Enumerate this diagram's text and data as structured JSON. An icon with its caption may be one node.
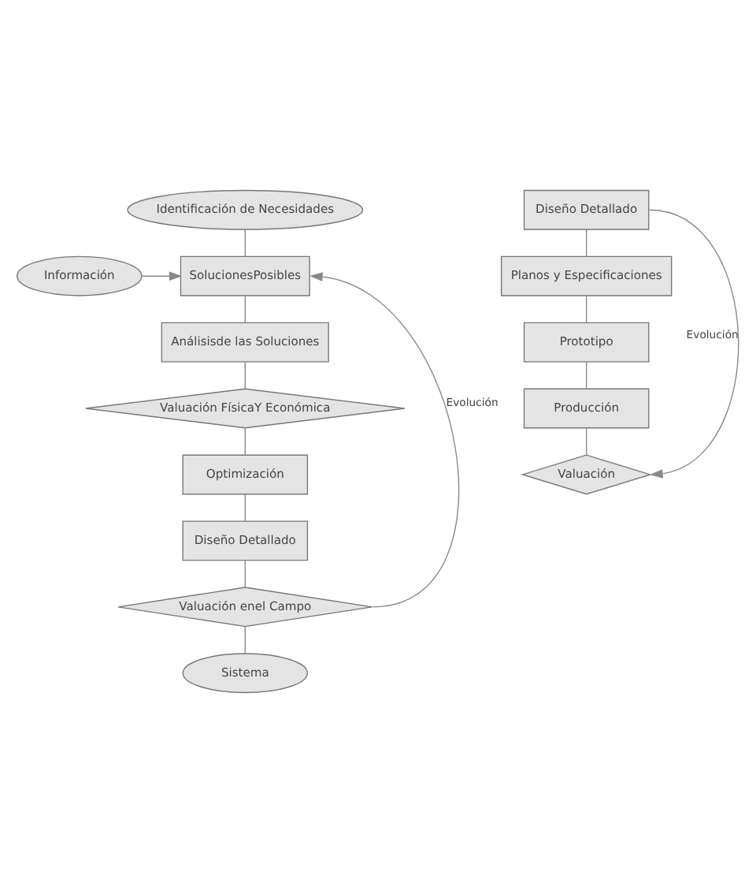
{
  "diagram": {
    "nodes": [
      {
        "text": [
          "Identificación de Necesidades"
        ]
      },
      {
        "text": [
          "Información"
        ]
      },
      {
        "text": [
          "SolucionesPosibles"
        ]
      },
      {
        "text": [
          "Análisisde las Soluciones"
        ]
      },
      {
        "text": [
          "Valuación FísicaY Económica"
        ]
      },
      {
        "text": [
          "Optimización"
        ]
      },
      {
        "text": [
          "Diseño Detallado"
        ]
      },
      {
        "text": [
          "Valuación enel Campo"
        ]
      },
      {
        "text": [
          "Sistema"
        ]
      },
      {
        "text": [
          "Diseño Detallado"
        ]
      },
      {
        "text": [
          "Planos y Especificaciones"
        ]
      },
      {
        "text": [
          "Prototipo"
        ]
      },
      {
        "text": [
          "Producción"
        ]
      },
      {
        "text": [
          "Valuación"
        ]
      }
    ],
    "edges": [
      {
        "from": 0,
        "to": 2,
        "arrow": "none"
      },
      {
        "from": 1,
        "to": 2,
        "arrow": "to"
      },
      {
        "from": 2,
        "to": 3,
        "arrow": "none"
      },
      {
        "from": 3,
        "to": 4,
        "arrow": "none"
      },
      {
        "from": 4,
        "to": 5,
        "arrow": "none"
      },
      {
        "from": 5,
        "to": 6,
        "arrow": "none"
      },
      {
        "from": 6,
        "to": 7,
        "arrow": "none"
      },
      {
        "from": 7,
        "to": 8,
        "arrow": "none"
      },
      {
        "from": 7,
        "to": 2,
        "arrow": "to",
        "label": "Evolución"
      },
      {
        "from": 9,
        "to": 10,
        "arrow": "none"
      },
      {
        "from": 10,
        "to": 11,
        "arrow": "none"
      },
      {
        "from": 11,
        "to": 12,
        "arrow": "none"
      },
      {
        "from": 12,
        "to": 13,
        "arrow": "none"
      },
      {
        "from": 9,
        "to": 13,
        "arrow": "to",
        "label": "Evolución"
      }
    ]
  }
}
